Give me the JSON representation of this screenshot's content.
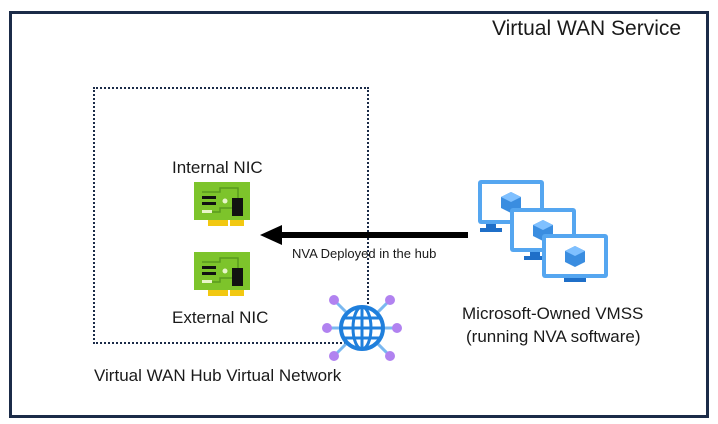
{
  "diagram": {
    "service_title": "Virtual WAN Service",
    "hub": {
      "label": "Virtual WAN Hub Virtual Network",
      "internal_nic_label": "Internal NIC",
      "external_nic_label": "External NIC"
    },
    "arrow": {
      "label": "NVA Deployed in the hub",
      "direction": "right-to-left"
    },
    "vmss": {
      "label_line1": "Microsoft-Owned VMSS",
      "label_line2": "(running NVA software)",
      "instances": 3
    },
    "icons": {
      "nic": "network-interface-card-icon",
      "vmss": "virtual-machine-scale-set-icon",
      "vnet": "virtual-network-globe-icon"
    },
    "colors": {
      "border": "#1b2b48",
      "nic_green": "#7dc42b",
      "nic_connector": "#f2c811",
      "vm_blue": "#3a8de0",
      "globe_blue": "#1f7fdc",
      "node_purple": "#b182f0"
    }
  }
}
